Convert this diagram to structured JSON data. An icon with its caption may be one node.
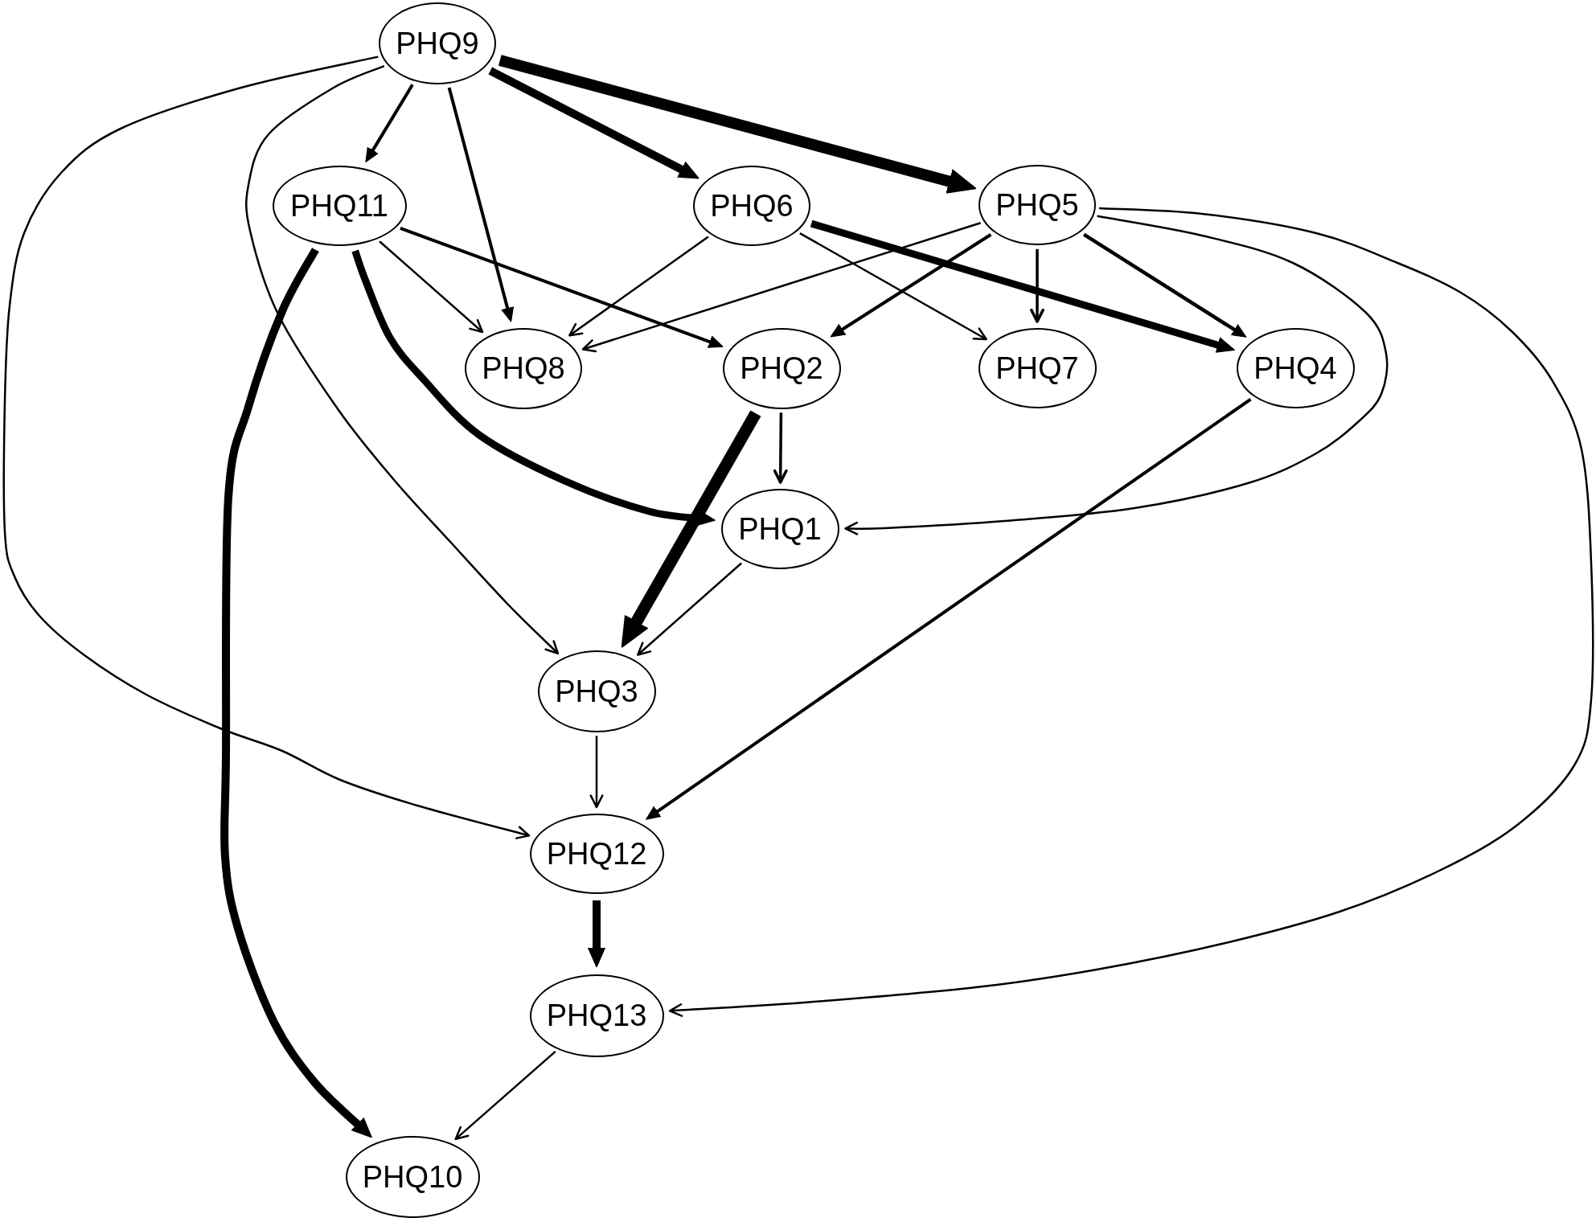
{
  "diagram": {
    "nodes": [
      {
        "text": [
          "PHQ9"
        ]
      },
      {
        "text": [
          "PHQ11"
        ]
      },
      {
        "text": [
          "PHQ6"
        ]
      },
      {
        "text": [
          "PHQ5"
        ]
      },
      {
        "text": [
          "PHQ8"
        ]
      },
      {
        "text": [
          "PHQ2"
        ]
      },
      {
        "text": [
          "PHQ7"
        ]
      },
      {
        "text": [
          "PHQ4"
        ]
      },
      {
        "text": [
          "PHQ1"
        ]
      },
      {
        "text": [
          "PHQ3"
        ]
      },
      {
        "text": [
          "PHQ12"
        ]
      },
      {
        "text": [
          "PHQ13"
        ]
      },
      {
        "text": [
          "PHQ10"
        ]
      }
    ],
    "edges": [
      {
        "from": 0,
        "to": 1,
        "arrow": "to"
      },
      {
        "from": 0,
        "to": 4,
        "arrow": "to"
      },
      {
        "from": 0,
        "to": 2,
        "arrow": "to",
        "style": "thick"
      },
      {
        "from": 0,
        "to": 3,
        "arrow": "to",
        "style": "thick"
      },
      {
        "from": 0,
        "to": 10,
        "arrow": "to"
      },
      {
        "from": 0,
        "to": 9,
        "arrow": "to"
      },
      {
        "from": 1,
        "to": 4,
        "arrow": "to"
      },
      {
        "from": 1,
        "to": 5,
        "arrow": "to"
      },
      {
        "from": 1,
        "to": 8,
        "arrow": "to",
        "style": "thick"
      },
      {
        "from": 1,
        "to": 12,
        "arrow": "to",
        "style": "thick"
      },
      {
        "from": 2,
        "to": 4,
        "arrow": "to"
      },
      {
        "from": 2,
        "to": 6,
        "arrow": "to"
      },
      {
        "from": 2,
        "to": 7,
        "arrow": "to",
        "style": "thick"
      },
      {
        "from": 3,
        "to": 4,
        "arrow": "to"
      },
      {
        "from": 3,
        "to": 5,
        "arrow": "to"
      },
      {
        "from": 3,
        "to": 6,
        "arrow": "to"
      },
      {
        "from": 3,
        "to": 7,
        "arrow": "to"
      },
      {
        "from": 3,
        "to": 8,
        "arrow": "to"
      },
      {
        "from": 3,
        "to": 11,
        "arrow": "to"
      },
      {
        "from": 5,
        "to": 8,
        "arrow": "to"
      },
      {
        "from": 5,
        "to": 9,
        "arrow": "to",
        "style": "thick"
      },
      {
        "from": 8,
        "to": 9,
        "arrow": "to"
      },
      {
        "from": 7,
        "to": 10,
        "arrow": "to"
      },
      {
        "from": 9,
        "to": 10,
        "arrow": "to"
      },
      {
        "from": 10,
        "to": 11,
        "arrow": "to",
        "style": "thick"
      },
      {
        "from": 11,
        "to": 12,
        "arrow": "to"
      }
    ]
  }
}
